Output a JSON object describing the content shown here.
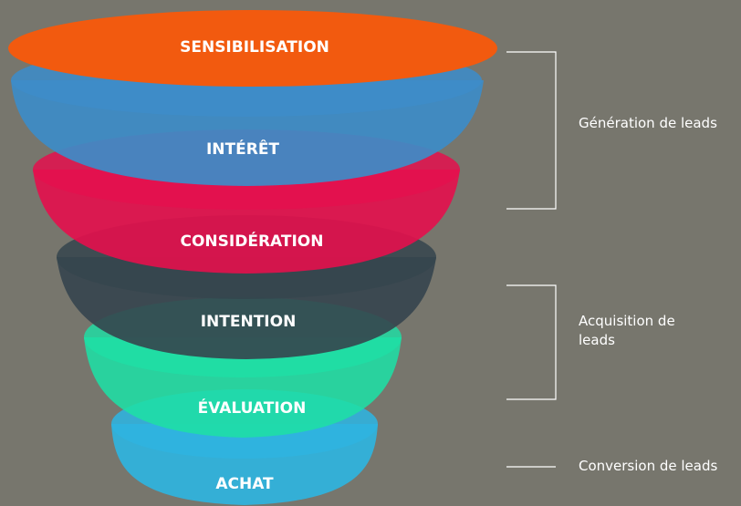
{
  "funnel": {
    "stages": [
      {
        "label": "SENSIBILISATION",
        "color": "#f25a0f"
      },
      {
        "label": "INTÉRÊT",
        "color": "#3d8cc8"
      },
      {
        "label": "CONSIDÉRATION",
        "color": "#e4104d"
      },
      {
        "label": "INTENTION",
        "color": "#35454e"
      },
      {
        "label": "ÉVALUATION",
        "color": "#1fdfa5"
      },
      {
        "label": "ACHAT",
        "color": "#2fb4e0"
      }
    ]
  },
  "phases": [
    {
      "label": "Génération de leads"
    },
    {
      "label": "Acquisition de leads"
    },
    {
      "label": "Conversion de leads"
    }
  ],
  "colors": {
    "background": "#77766d",
    "text": "#ffffff"
  }
}
